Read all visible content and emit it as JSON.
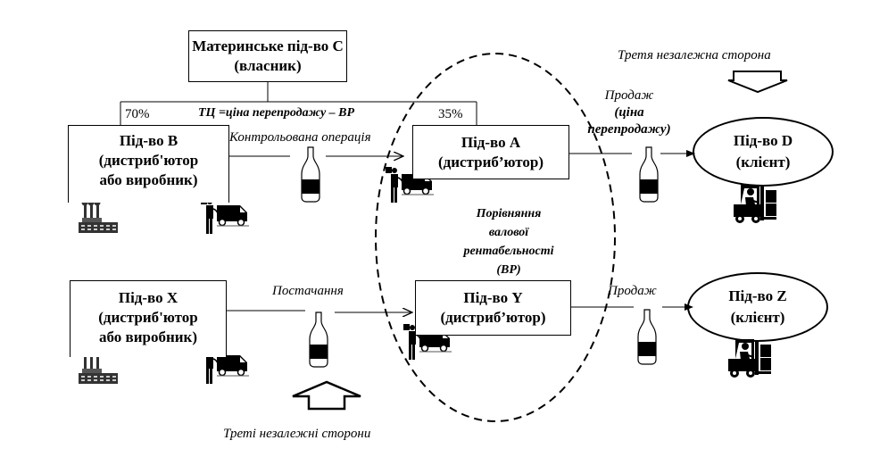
{
  "parent": {
    "title": "Материнське під-во С",
    "subtitle": "(власник)"
  },
  "ownership": {
    "left_pct": "70%",
    "right_pct": "35%",
    "formula": "ТЦ =ціна перепродажу – ВР"
  },
  "entities": {
    "b": {
      "title": "Під-во B",
      "line2": "(дистриб'ютор",
      "line3": "або виробник)"
    },
    "a": {
      "title": "Під-во A",
      "line2": "(дистриб’ютор)"
    },
    "d": {
      "title": "Під-во D",
      "line2": "(клієнт)"
    },
    "x": {
      "title": "Під-во X",
      "line2": "(дистриб'ютор",
      "line3": "або виробник)"
    },
    "y": {
      "title": "Під-во Y",
      "line2": "(дистриб’ютор)"
    },
    "z": {
      "title": "Під-во Z",
      "line2": "(клієнт)"
    }
  },
  "flows": {
    "controlled": "Контрольована операція",
    "sale_top_line1": "Продаж",
    "sale_top_line2": "(ціна",
    "sale_top_line3": "перепродажу)",
    "supply": "Постачання",
    "sale_bottom": "Продаж"
  },
  "comparison": {
    "line1": "Порівняння",
    "line2": "валової",
    "line3": "рентабельності",
    "line4": "(ВР)"
  },
  "third_parties": {
    "top": "Третя незалежна сторона",
    "bottom": "Треті незалежні сторони"
  },
  "icons": [
    "factory-icon",
    "delivery-truck-icon",
    "bottle-icon",
    "forklift-icon",
    "hollow-arrow-icon"
  ]
}
